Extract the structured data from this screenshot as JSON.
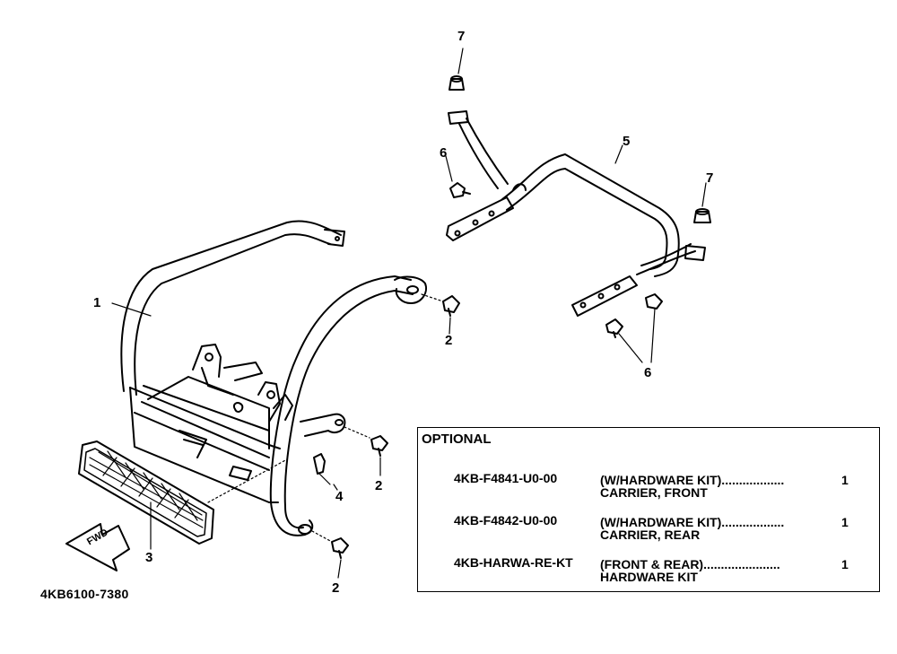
{
  "diagram": {
    "callouts": {
      "c1": "1",
      "c2a": "2",
      "c2b": "2",
      "c2c": "2",
      "c3": "3",
      "c4": "4",
      "c5": "5",
      "c6a": "6",
      "c6b": "6",
      "c7a": "7",
      "c7b": "7"
    },
    "fwd_label": "FWD",
    "drawing_number": "4KB6100-7380"
  },
  "optional": {
    "title": "OPTIONAL",
    "items": [
      {
        "part_no": "4KB-F4841-U0-00",
        "line1": "CARRIER, FRONT",
        "line2": "(W/HARDWARE KIT)..................",
        "qty": "1"
      },
      {
        "part_no": "4KB-F4842-U0-00",
        "line1": "CARRIER, REAR",
        "line2": "(W/HARDWARE KIT)..................",
        "qty": "1"
      },
      {
        "part_no": "4KB-HARWA-RE-KT",
        "line1": "HARDWARE KIT",
        "line2": "(FRONT & REAR)......................",
        "qty": "1"
      }
    ]
  }
}
